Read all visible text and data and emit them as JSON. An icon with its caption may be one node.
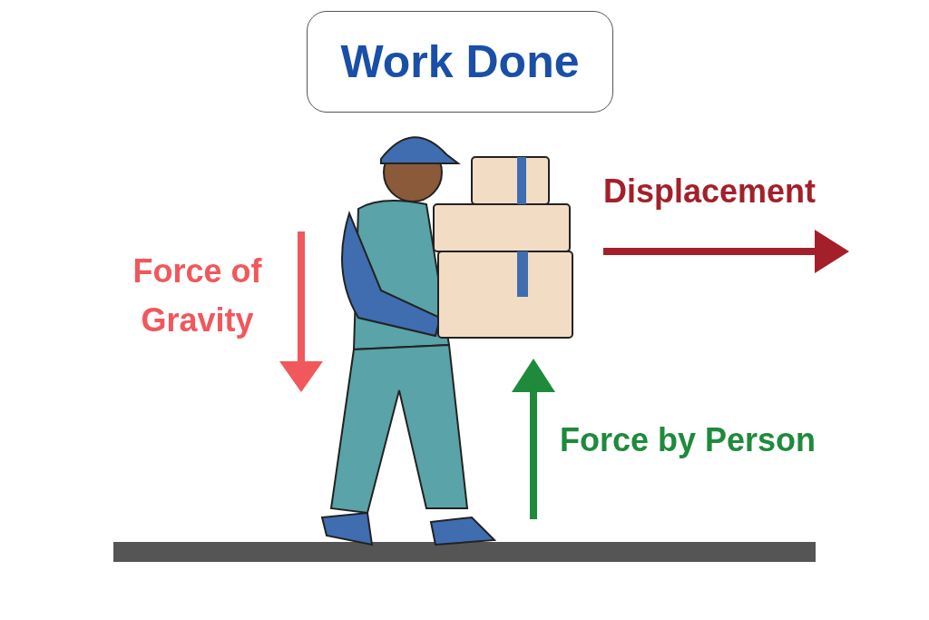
{
  "diagram": {
    "title": "Work Done",
    "labels": [
      "Displacement",
      "Force of Gravity",
      "Force by Person"
    ]
  }
}
